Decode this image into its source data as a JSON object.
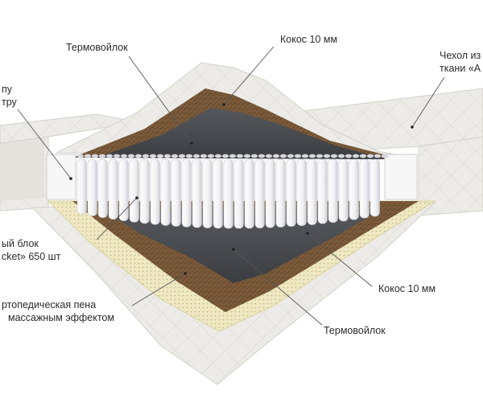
{
  "labels": {
    "termovoylok_top": "Термовойлок",
    "kokos_top": "Кокос 10 мм",
    "chehol_line1": "Чехол из",
    "chehol_line2": "ткани «А",
    "perimeter_line1": "пу",
    "perimeter_line2": "тру",
    "spring_line1": "ый блок",
    "spring_line2": "cket» 650 шт",
    "kokos_bottom": "Кокос 10 мм",
    "foam_line1": "ртопедическая пена",
    "foam_line2": "массажным эффектом",
    "termovoylok_bottom": "Термовойлок"
  },
  "colors": {
    "cover": "#ecebe7",
    "coconut": "#7a5a3a",
    "felt": "#4a4c50",
    "foam": "#e8e2b8",
    "springs": "#f2f2f4"
  }
}
